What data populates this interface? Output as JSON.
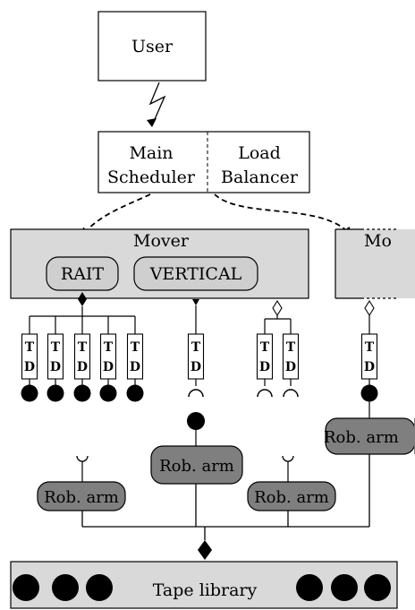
{
  "user": {
    "label": "User"
  },
  "scheduler": {
    "main_line1": "Main",
    "main_line2": "Scheduler",
    "lb_line1": "Load",
    "lb_line2": "Balancer"
  },
  "mover_main": {
    "label": "Mover",
    "pill_left": "RAIT",
    "pill_right": "VERTICAL"
  },
  "mover_partial": {
    "label": "Mo"
  },
  "drive": {
    "top": "T",
    "bottom": "D"
  },
  "robot_arms": [
    "Rob. arm",
    "Rob. arm",
    "Rob. arm",
    "Rob. arm"
  ],
  "tape_library": {
    "label": "Tape library"
  },
  "colors": {
    "mover_fill": "#d9d9d9",
    "pill_fill": "#cfcfcf",
    "arm_fill": "#7f7f7f",
    "library_fill": "#d9d9d9"
  }
}
